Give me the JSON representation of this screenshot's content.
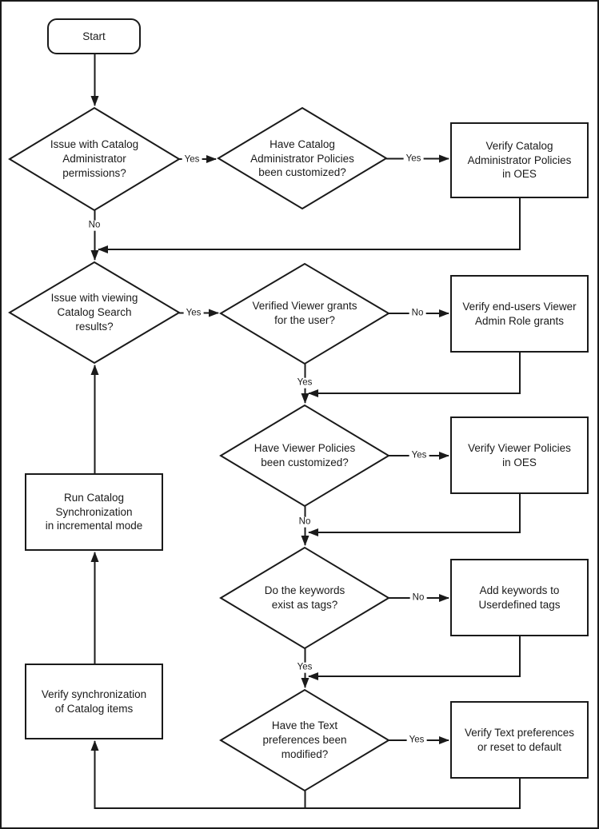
{
  "diagram": {
    "type": "flowchart",
    "colors": {
      "line": "#1a1a1a",
      "background": "#ffffff"
    },
    "nodes": {
      "start": {
        "type": "terminator",
        "label": "Start"
      },
      "issue_admin_permissions": {
        "type": "decision",
        "label": "Issue with Catalog\nAdministrator\npermissions?"
      },
      "admin_policies_customized": {
        "type": "decision",
        "label": "Have Catalog\nAdministrator Policies\nbeen customized?"
      },
      "verify_admin_policies_oes": {
        "type": "process",
        "label": "Verify Catalog\nAdministrator Policies\nin OES"
      },
      "issue_viewing_search": {
        "type": "decision",
        "label": "Issue with viewing\nCatalog Search\nresults?"
      },
      "verified_viewer_grants": {
        "type": "decision",
        "label": "Verified Viewer grants\nfor the user?"
      },
      "verify_enduser_grants": {
        "type": "process",
        "label": "Verify end-users Viewer\nAdmin Role grants"
      },
      "viewer_policies_customized": {
        "type": "decision",
        "label": "Have Viewer Policies\nbeen customized?"
      },
      "verify_viewer_policies_oes": {
        "type": "process",
        "label": "Verify Viewer Policies\nin OES"
      },
      "keywords_exist_tags": {
        "type": "decision",
        "label": "Do the keywords\nexist as tags?"
      },
      "add_keywords_tags": {
        "type": "process",
        "label": "Add keywords to\nUserdefined tags"
      },
      "text_prefs_modified": {
        "type": "decision",
        "label": "Have the Text\npreferences been\nmodified?"
      },
      "verify_text_prefs": {
        "type": "process",
        "label": "Verify Text preferences\nor reset to default"
      },
      "run_catalog_sync": {
        "type": "process",
        "label": "Run Catalog\nSynchronization\nin incremental mode"
      },
      "verify_sync_items": {
        "type": "process",
        "label": "Verify synchronization\nof Catalog items"
      }
    },
    "edge_labels": {
      "yes": "Yes",
      "no": "No"
    },
    "edges": [
      {
        "from": "start",
        "to": "issue_admin_permissions",
        "label": ""
      },
      {
        "from": "issue_admin_permissions",
        "to": "admin_policies_customized",
        "label": "Yes"
      },
      {
        "from": "issue_admin_permissions",
        "to": "issue_viewing_search",
        "label": "No"
      },
      {
        "from": "admin_policies_customized",
        "to": "verify_admin_policies_oes",
        "label": "Yes"
      },
      {
        "from": "verify_admin_policies_oes",
        "to": "issue_viewing_search",
        "label": ""
      },
      {
        "from": "issue_viewing_search",
        "to": "verified_viewer_grants",
        "label": "Yes"
      },
      {
        "from": "verified_viewer_grants",
        "to": "verify_enduser_grants",
        "label": "No"
      },
      {
        "from": "verified_viewer_grants",
        "to": "viewer_policies_customized",
        "label": "Yes"
      },
      {
        "from": "verify_enduser_grants",
        "to": "viewer_policies_customized",
        "label": ""
      },
      {
        "from": "viewer_policies_customized",
        "to": "verify_viewer_policies_oes",
        "label": "Yes"
      },
      {
        "from": "viewer_policies_customized",
        "to": "keywords_exist_tags",
        "label": "No"
      },
      {
        "from": "verify_viewer_policies_oes",
        "to": "keywords_exist_tags",
        "label": ""
      },
      {
        "from": "keywords_exist_tags",
        "to": "add_keywords_tags",
        "label": "No"
      },
      {
        "from": "keywords_exist_tags",
        "to": "text_prefs_modified",
        "label": "Yes"
      },
      {
        "from": "add_keywords_tags",
        "to": "text_prefs_modified",
        "label": ""
      },
      {
        "from": "text_prefs_modified",
        "to": "verify_text_prefs",
        "label": "Yes"
      },
      {
        "from": "text_prefs_modified",
        "to": "verify_sync_items",
        "label": ""
      },
      {
        "from": "verify_text_prefs",
        "to": "verify_sync_items",
        "label": ""
      },
      {
        "from": "verify_sync_items",
        "to": "run_catalog_sync",
        "label": ""
      },
      {
        "from": "run_catalog_sync",
        "to": "issue_viewing_search",
        "label": ""
      }
    ]
  }
}
